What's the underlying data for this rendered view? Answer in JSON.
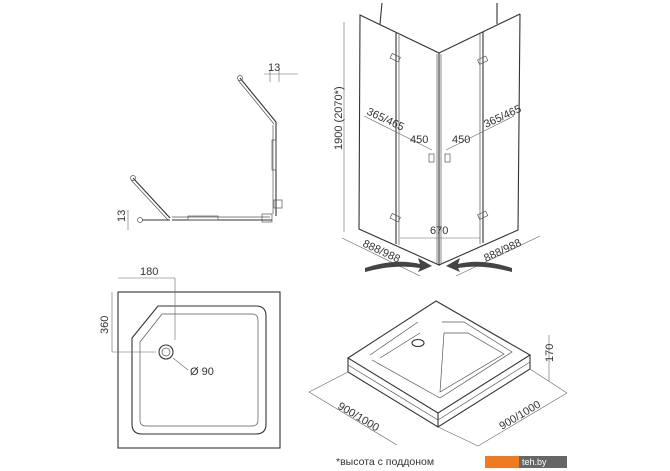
{
  "plan_view": {
    "dim_top": "13",
    "dim_left": "13"
  },
  "tray_top_view": {
    "dim_x": "180",
    "dim_y": "360",
    "drain": "Ø 90"
  },
  "enclosure": {
    "height": "1900 (2070*)",
    "door_left": "365/465",
    "fixed_left": "450",
    "fixed_right": "450",
    "door_right": "365/465",
    "opening": "670",
    "width_left": "888/988",
    "width_right": "888/988"
  },
  "tray_iso": {
    "height": "170",
    "width_left": "900/1000",
    "width_right": "900/1000"
  },
  "footnote": "*высота с поддоном",
  "watermark": "teh.by",
  "colors": {
    "line": "#333333",
    "logo_orange": "#f07a22",
    "logo_gray": "#666666"
  }
}
